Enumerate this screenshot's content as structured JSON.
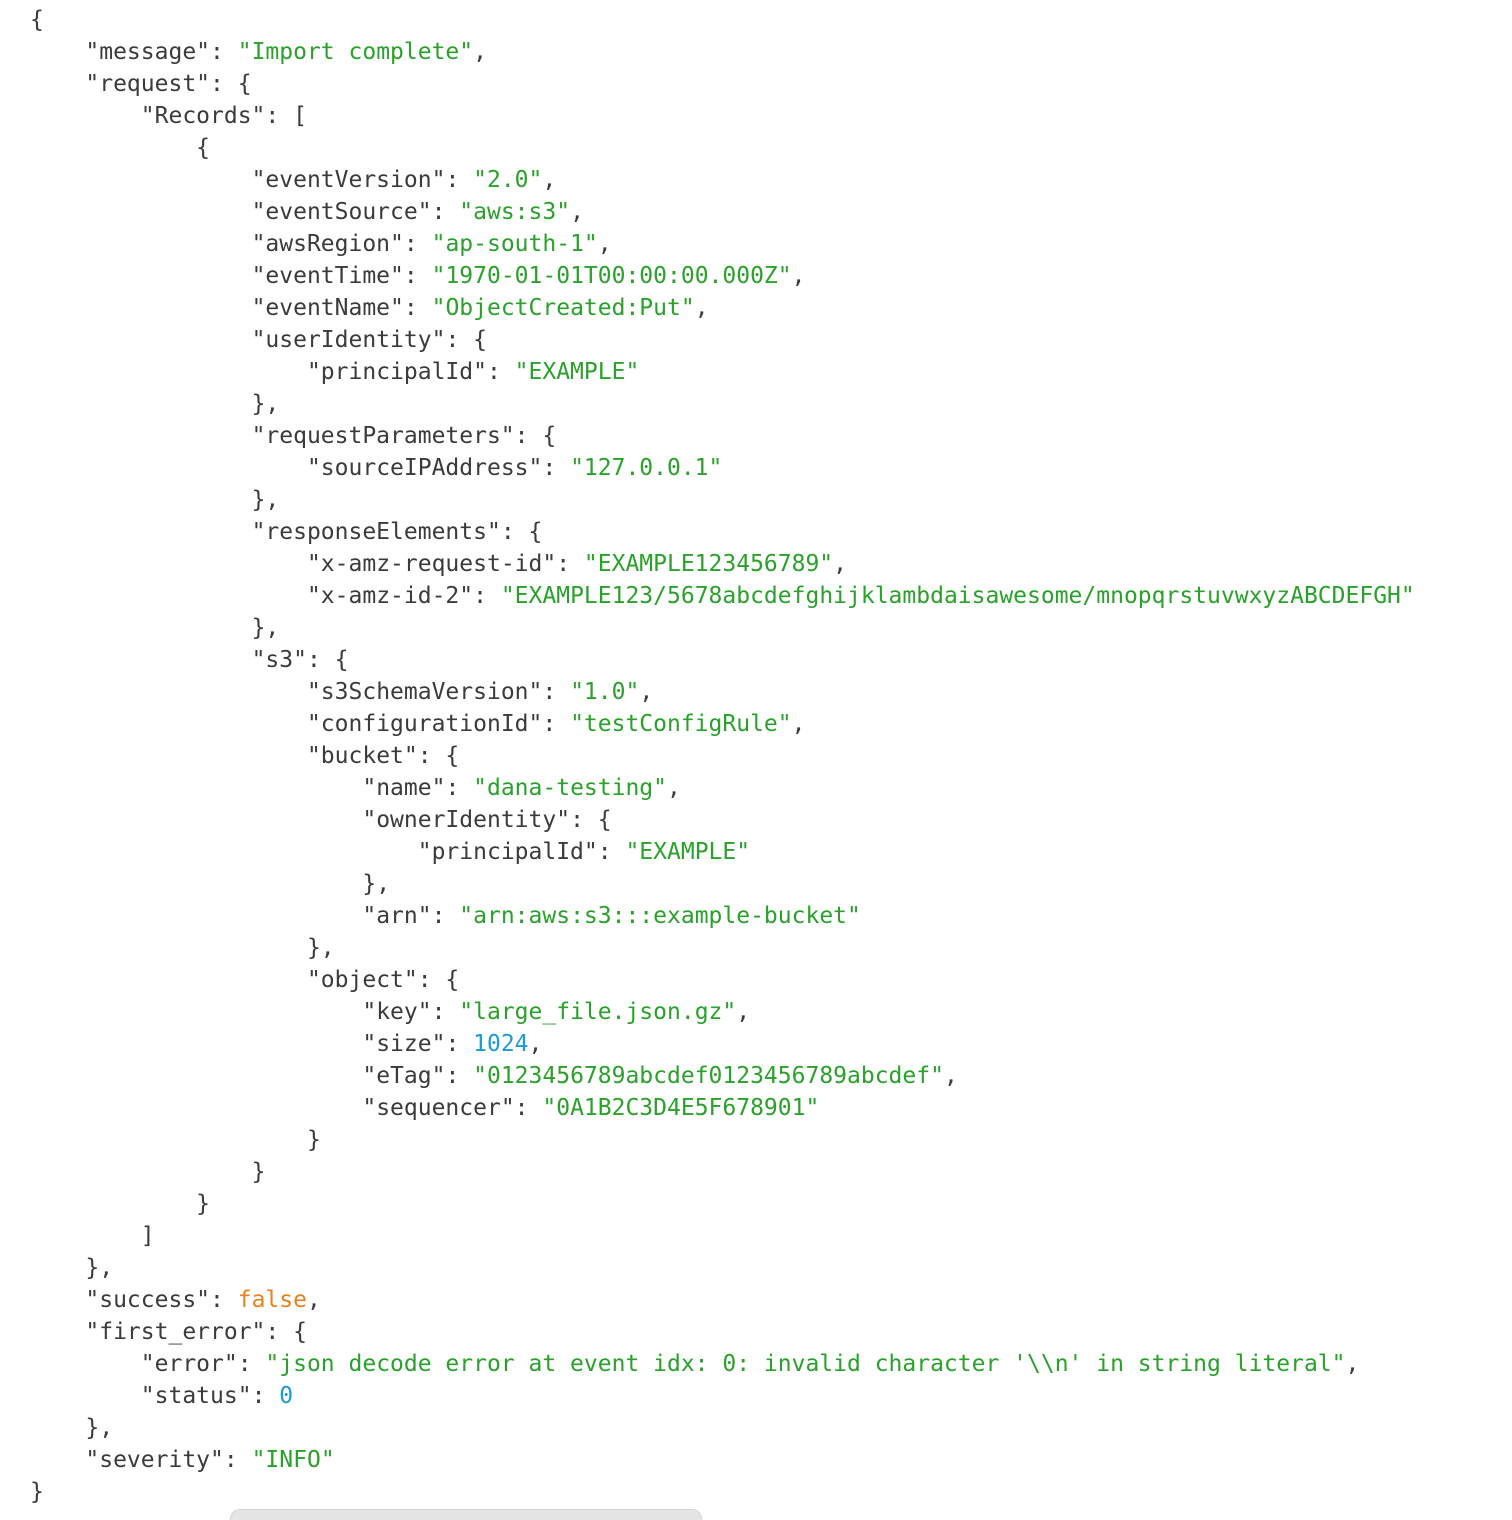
{
  "document": {
    "background": "#ffffff",
    "colors": {
      "key": "#3b3b3b",
      "punct": "#3b3b3b",
      "string": "#2aa12a",
      "number": "#1c9ad6",
      "boolean": "#e8821c"
    },
    "indent_spaces": 4,
    "lines": [
      {
        "indent": 0,
        "tokens": [
          {
            "t": "punct",
            "v": "{"
          }
        ]
      },
      {
        "indent": 1,
        "tokens": [
          {
            "t": "key",
            "v": "\"message\""
          },
          {
            "t": "punct",
            "v": ": "
          },
          {
            "t": "string",
            "v": "\"Import complete\""
          },
          {
            "t": "punct",
            "v": ","
          }
        ]
      },
      {
        "indent": 1,
        "tokens": [
          {
            "t": "key",
            "v": "\"request\""
          },
          {
            "t": "punct",
            "v": ": {"
          }
        ]
      },
      {
        "indent": 2,
        "tokens": [
          {
            "t": "key",
            "v": "\"Records\""
          },
          {
            "t": "punct",
            "v": ": ["
          }
        ]
      },
      {
        "indent": 3,
        "tokens": [
          {
            "t": "punct",
            "v": "{"
          }
        ]
      },
      {
        "indent": 4,
        "tokens": [
          {
            "t": "key",
            "v": "\"eventVersion\""
          },
          {
            "t": "punct",
            "v": ": "
          },
          {
            "t": "string",
            "v": "\"2.0\""
          },
          {
            "t": "punct",
            "v": ","
          }
        ]
      },
      {
        "indent": 4,
        "tokens": [
          {
            "t": "key",
            "v": "\"eventSource\""
          },
          {
            "t": "punct",
            "v": ": "
          },
          {
            "t": "string",
            "v": "\"aws:s3\""
          },
          {
            "t": "punct",
            "v": ","
          }
        ]
      },
      {
        "indent": 4,
        "tokens": [
          {
            "t": "key",
            "v": "\"awsRegion\""
          },
          {
            "t": "punct",
            "v": ": "
          },
          {
            "t": "string",
            "v": "\"ap-south-1\""
          },
          {
            "t": "punct",
            "v": ","
          }
        ]
      },
      {
        "indent": 4,
        "tokens": [
          {
            "t": "key",
            "v": "\"eventTime\""
          },
          {
            "t": "punct",
            "v": ": "
          },
          {
            "t": "string",
            "v": "\"1970-01-01T00:00:00.000Z\""
          },
          {
            "t": "punct",
            "v": ","
          }
        ]
      },
      {
        "indent": 4,
        "tokens": [
          {
            "t": "key",
            "v": "\"eventName\""
          },
          {
            "t": "punct",
            "v": ": "
          },
          {
            "t": "string",
            "v": "\"ObjectCreated:Put\""
          },
          {
            "t": "punct",
            "v": ","
          }
        ]
      },
      {
        "indent": 4,
        "tokens": [
          {
            "t": "key",
            "v": "\"userIdentity\""
          },
          {
            "t": "punct",
            "v": ": {"
          }
        ]
      },
      {
        "indent": 5,
        "tokens": [
          {
            "t": "key",
            "v": "\"principalId\""
          },
          {
            "t": "punct",
            "v": ": "
          },
          {
            "t": "string",
            "v": "\"EXAMPLE\""
          }
        ]
      },
      {
        "indent": 4,
        "tokens": [
          {
            "t": "punct",
            "v": "},"
          }
        ]
      },
      {
        "indent": 4,
        "tokens": [
          {
            "t": "key",
            "v": "\"requestParameters\""
          },
          {
            "t": "punct",
            "v": ": {"
          }
        ]
      },
      {
        "indent": 5,
        "tokens": [
          {
            "t": "key",
            "v": "\"sourceIPAddress\""
          },
          {
            "t": "punct",
            "v": ": "
          },
          {
            "t": "string",
            "v": "\"127.0.0.1\""
          }
        ]
      },
      {
        "indent": 4,
        "tokens": [
          {
            "t": "punct",
            "v": "},"
          }
        ]
      },
      {
        "indent": 4,
        "tokens": [
          {
            "t": "key",
            "v": "\"responseElements\""
          },
          {
            "t": "punct",
            "v": ": {"
          }
        ]
      },
      {
        "indent": 5,
        "tokens": [
          {
            "t": "key",
            "v": "\"x-amz-request-id\""
          },
          {
            "t": "punct",
            "v": ": "
          },
          {
            "t": "string",
            "v": "\"EXAMPLE123456789\""
          },
          {
            "t": "punct",
            "v": ","
          }
        ]
      },
      {
        "indent": 5,
        "tokens": [
          {
            "t": "key",
            "v": "\"x-amz-id-2\""
          },
          {
            "t": "punct",
            "v": ": "
          },
          {
            "t": "string",
            "v": "\"EXAMPLE123/5678abcdefghijklambdaisawesome/mnopqrstuvwxyzABCDEFGH\""
          }
        ]
      },
      {
        "indent": 4,
        "tokens": [
          {
            "t": "punct",
            "v": "},"
          }
        ]
      },
      {
        "indent": 4,
        "tokens": [
          {
            "t": "key",
            "v": "\"s3\""
          },
          {
            "t": "punct",
            "v": ": {"
          }
        ]
      },
      {
        "indent": 5,
        "tokens": [
          {
            "t": "key",
            "v": "\"s3SchemaVersion\""
          },
          {
            "t": "punct",
            "v": ": "
          },
          {
            "t": "string",
            "v": "\"1.0\""
          },
          {
            "t": "punct",
            "v": ","
          }
        ]
      },
      {
        "indent": 5,
        "tokens": [
          {
            "t": "key",
            "v": "\"configurationId\""
          },
          {
            "t": "punct",
            "v": ": "
          },
          {
            "t": "string",
            "v": "\"testConfigRule\""
          },
          {
            "t": "punct",
            "v": ","
          }
        ]
      },
      {
        "indent": 5,
        "tokens": [
          {
            "t": "key",
            "v": "\"bucket\""
          },
          {
            "t": "punct",
            "v": ": {"
          }
        ]
      },
      {
        "indent": 6,
        "tokens": [
          {
            "t": "key",
            "v": "\"name\""
          },
          {
            "t": "punct",
            "v": ": "
          },
          {
            "t": "string",
            "v": "\"dana-testing\""
          },
          {
            "t": "punct",
            "v": ","
          }
        ]
      },
      {
        "indent": 6,
        "tokens": [
          {
            "t": "key",
            "v": "\"ownerIdentity\""
          },
          {
            "t": "punct",
            "v": ": {"
          }
        ]
      },
      {
        "indent": 7,
        "tokens": [
          {
            "t": "key",
            "v": "\"principalId\""
          },
          {
            "t": "punct",
            "v": ": "
          },
          {
            "t": "string",
            "v": "\"EXAMPLE\""
          }
        ]
      },
      {
        "indent": 6,
        "tokens": [
          {
            "t": "punct",
            "v": "},"
          }
        ]
      },
      {
        "indent": 6,
        "tokens": [
          {
            "t": "key",
            "v": "\"arn\""
          },
          {
            "t": "punct",
            "v": ": "
          },
          {
            "t": "string",
            "v": "\"arn:aws:s3:::example-bucket\""
          }
        ]
      },
      {
        "indent": 5,
        "tokens": [
          {
            "t": "punct",
            "v": "},"
          }
        ]
      },
      {
        "indent": 5,
        "tokens": [
          {
            "t": "key",
            "v": "\"object\""
          },
          {
            "t": "punct",
            "v": ": {"
          }
        ]
      },
      {
        "indent": 6,
        "tokens": [
          {
            "t": "key",
            "v": "\"key\""
          },
          {
            "t": "punct",
            "v": ": "
          },
          {
            "t": "string",
            "v": "\"large_file.json.gz\""
          },
          {
            "t": "punct",
            "v": ","
          }
        ]
      },
      {
        "indent": 6,
        "tokens": [
          {
            "t": "key",
            "v": "\"size\""
          },
          {
            "t": "punct",
            "v": ": "
          },
          {
            "t": "number",
            "v": "1024"
          },
          {
            "t": "punct",
            "v": ","
          }
        ]
      },
      {
        "indent": 6,
        "tokens": [
          {
            "t": "key",
            "v": "\"eTag\""
          },
          {
            "t": "punct",
            "v": ": "
          },
          {
            "t": "string",
            "v": "\"0123456789abcdef0123456789abcdef\""
          },
          {
            "t": "punct",
            "v": ","
          }
        ]
      },
      {
        "indent": 6,
        "tokens": [
          {
            "t": "key",
            "v": "\"sequencer\""
          },
          {
            "t": "punct",
            "v": ": "
          },
          {
            "t": "string",
            "v": "\"0A1B2C3D4E5F678901\""
          }
        ]
      },
      {
        "indent": 5,
        "tokens": [
          {
            "t": "punct",
            "v": "}"
          }
        ]
      },
      {
        "indent": 4,
        "tokens": [
          {
            "t": "punct",
            "v": "}"
          }
        ]
      },
      {
        "indent": 3,
        "tokens": [
          {
            "t": "punct",
            "v": "}"
          }
        ]
      },
      {
        "indent": 2,
        "tokens": [
          {
            "t": "punct",
            "v": "]"
          }
        ]
      },
      {
        "indent": 1,
        "tokens": [
          {
            "t": "punct",
            "v": "},"
          }
        ]
      },
      {
        "indent": 1,
        "tokens": [
          {
            "t": "key",
            "v": "\"success\""
          },
          {
            "t": "punct",
            "v": ": "
          },
          {
            "t": "boolean",
            "v": "false"
          },
          {
            "t": "punct",
            "v": ","
          }
        ]
      },
      {
        "indent": 1,
        "tokens": [
          {
            "t": "key",
            "v": "\"first_error\""
          },
          {
            "t": "punct",
            "v": ": {"
          }
        ]
      },
      {
        "indent": 2,
        "tokens": [
          {
            "t": "key",
            "v": "\"error\""
          },
          {
            "t": "punct",
            "v": ": "
          },
          {
            "t": "string",
            "v": "\"json decode error at event idx: 0: invalid character '\\\\n' in string literal\""
          },
          {
            "t": "punct",
            "v": ","
          }
        ]
      },
      {
        "indent": 2,
        "tokens": [
          {
            "t": "key",
            "v": "\"status\""
          },
          {
            "t": "punct",
            "v": ": "
          },
          {
            "t": "number",
            "v": "0"
          }
        ]
      },
      {
        "indent": 1,
        "tokens": [
          {
            "t": "punct",
            "v": "},"
          }
        ]
      },
      {
        "indent": 1,
        "tokens": [
          {
            "t": "key",
            "v": "\"severity\""
          },
          {
            "t": "punct",
            "v": ": "
          },
          {
            "t": "string",
            "v": "\"INFO\""
          }
        ]
      },
      {
        "indent": 0,
        "tokens": [
          {
            "t": "punct",
            "v": "}"
          }
        ]
      }
    ]
  }
}
